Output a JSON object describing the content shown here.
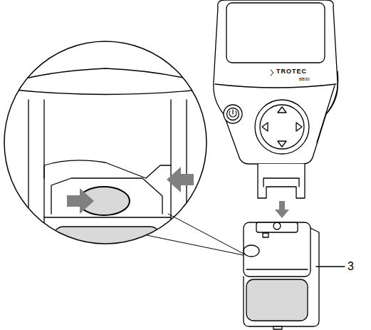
{
  "diagram": {
    "labels": [
      "TROTEC",
      "BB30",
      "3"
    ]
  }
}
